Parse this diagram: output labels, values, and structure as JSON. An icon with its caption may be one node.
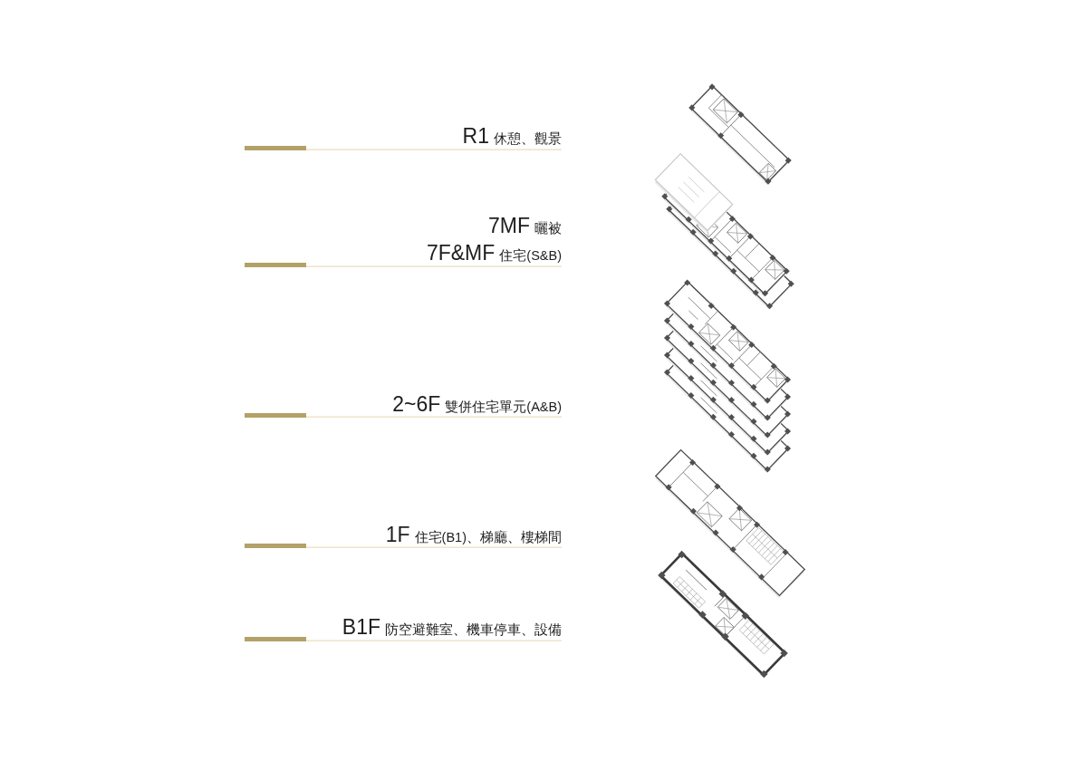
{
  "diagram": {
    "labels": [
      "R1 休憩、觀景",
      "7MF 曬被",
      "7F&MF 住宅(S&B)",
      "2~6F 雙併住宅單元(A&B)",
      "1F 住宅(B1)、梯廳、樓梯間",
      "B1F 防空避難室、機車停車、設備"
    ]
  }
}
